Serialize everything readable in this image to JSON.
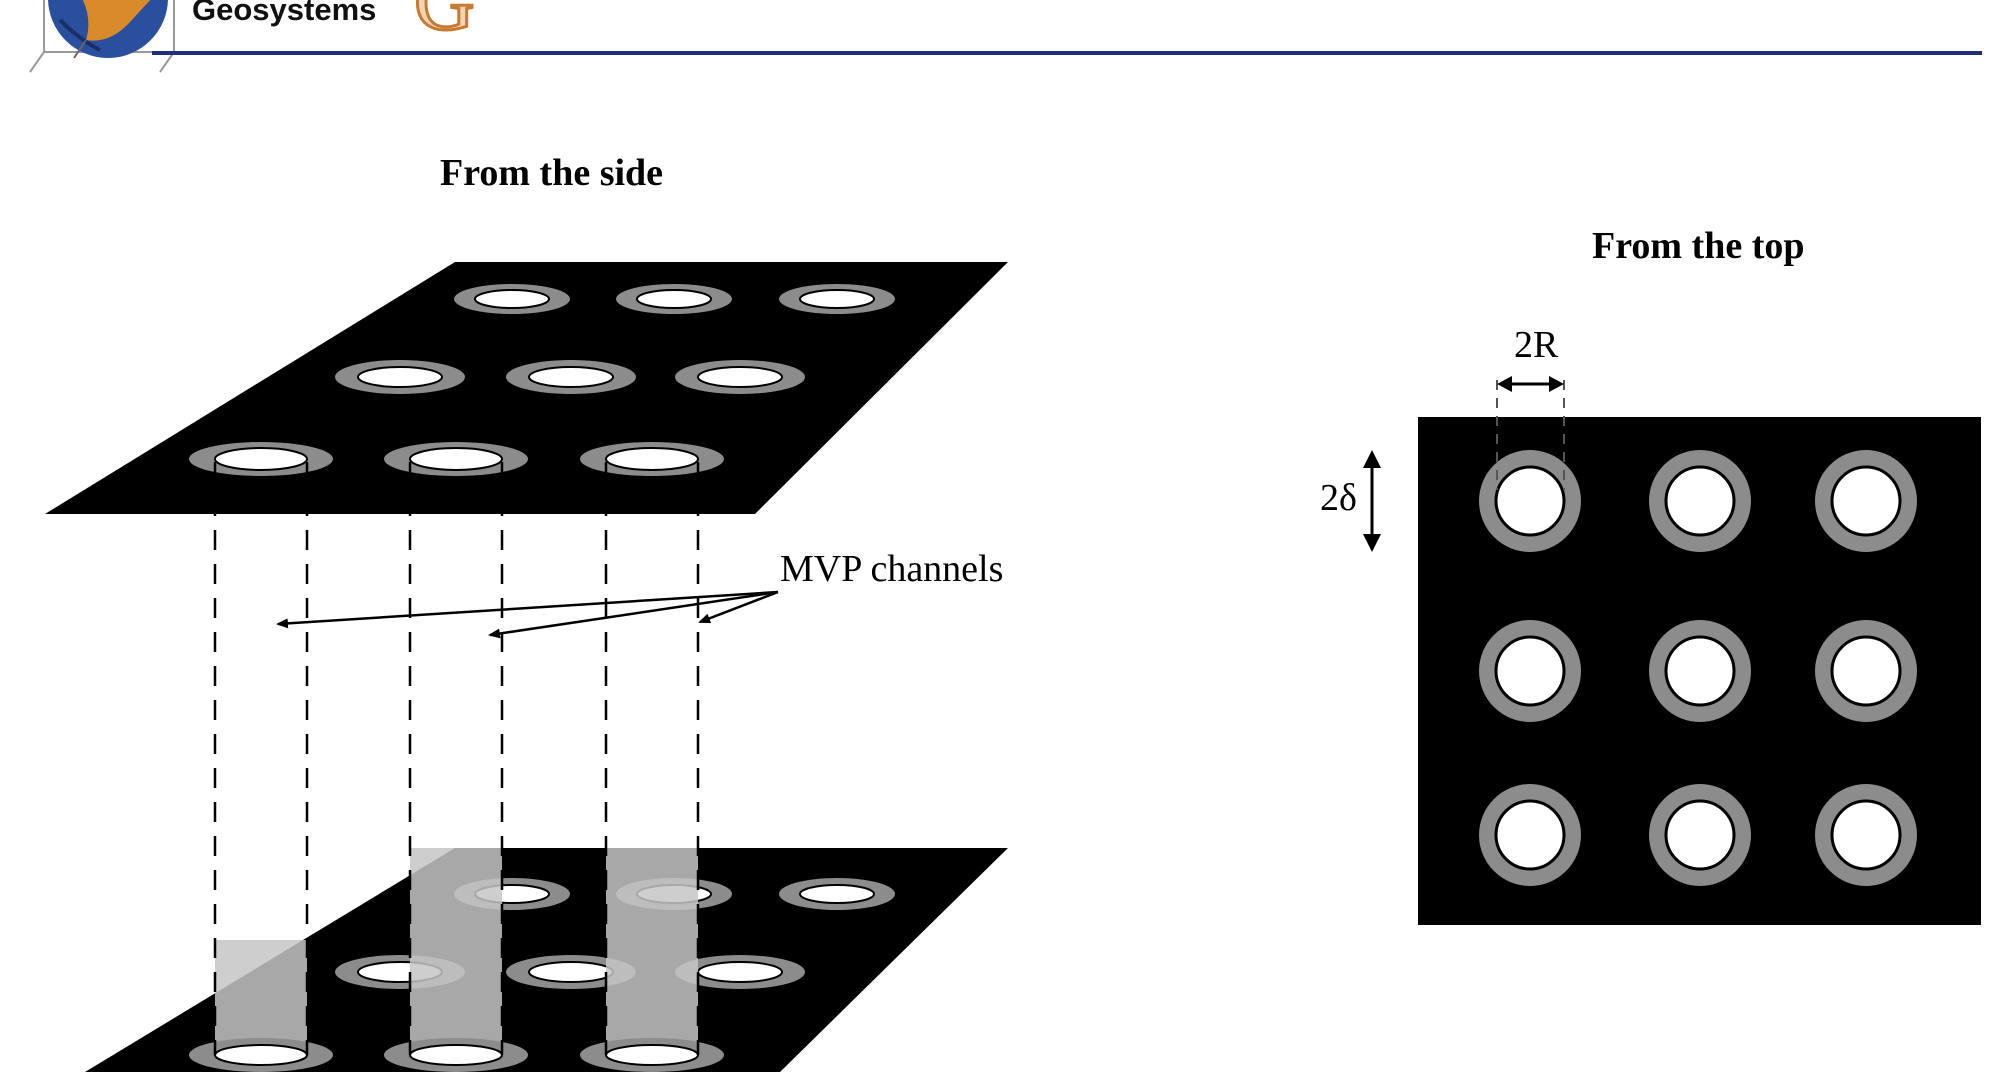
{
  "header": {
    "journal_name": "Geosystems",
    "logo_letter": "G",
    "rule_color": "#1f2f7a"
  },
  "side_view": {
    "title": "From the side",
    "annotation": "MVP channels",
    "plate_color": "#000000",
    "halo_color": "#8c8c8c",
    "channel_color": "#a9a9a9",
    "pore_color": "#ffffff",
    "pore_grid": {
      "rows": 3,
      "columns": 3
    }
  },
  "top_view": {
    "title": "From the top",
    "pore_diameter_label": "2R",
    "halo_thickness_label": "2δ",
    "plate_color": "#000000",
    "halo_color": "#8c8c8c",
    "pore_color": "#ffffff",
    "pore_grid": {
      "rows": 3,
      "columns": 3
    }
  }
}
